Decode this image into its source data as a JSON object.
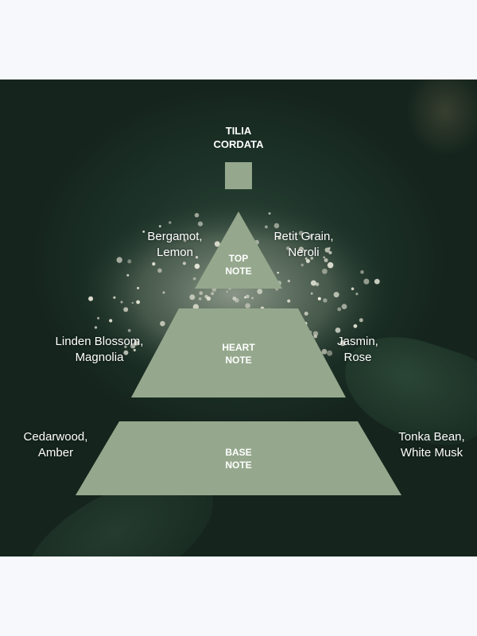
{
  "title": {
    "line1": "TILIA",
    "line2": "CORDATA"
  },
  "colors": {
    "pyramid": "#95a88d",
    "text": "#ffffff",
    "page_background": "#f7f8fc"
  },
  "tiers": {
    "top": {
      "label_line1": "TOP",
      "label_line2": "NOTE",
      "left_line1": "Bergamot,",
      "left_line2": "Lemon",
      "right_line1": "Petit Grain,",
      "right_line2": "Neroli"
    },
    "heart": {
      "label_line1": "HEART",
      "label_line2": "NOTE",
      "left_line1": "Linden Blossom,",
      "left_line2": "Magnolia",
      "right_line1": "Jasmin,",
      "right_line2": "Rose"
    },
    "base": {
      "label_line1": "BASE",
      "label_line2": "NOTE",
      "left_line1": "Cedarwood,",
      "left_line2": "Amber",
      "right_line1": "Tonka Bean,",
      "right_line2": "White Musk"
    }
  }
}
